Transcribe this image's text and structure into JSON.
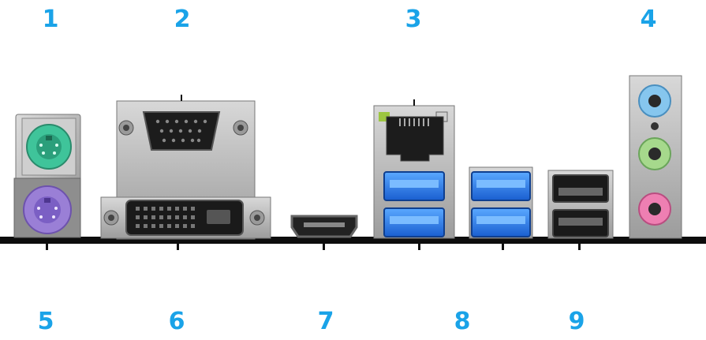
{
  "colors": {
    "label": "#1aa3e8",
    "ps2_mouse": "#3fc49a",
    "ps2_keyboard": "#9a7fd6",
    "usb3": "#2f7fe0",
    "audio_line_in": "#86c6ee",
    "audio_line_out": "#a6d98c",
    "audio_mic": "#ee7fb2"
  },
  "labels": {
    "l1": "1",
    "l2": "2",
    "l3": "3",
    "l4": "4",
    "l5": "5",
    "l6": "6",
    "l7": "7",
    "l8": "8",
    "l9": "9"
  }
}
